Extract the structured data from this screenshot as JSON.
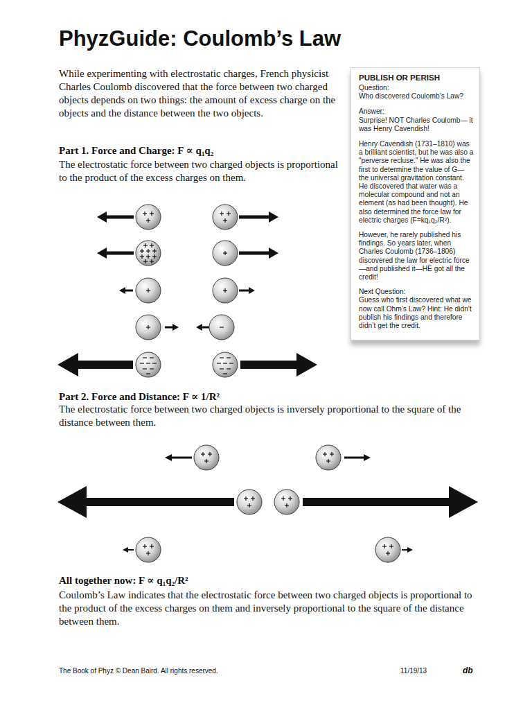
{
  "diagram": {
    "title": "PhyzGuide: Coulomb’s Law",
    "nodes": [
      {
        "text": [
          "PUBLISH OR PERISH",
          "Question:",
          "Who discovered Coulomb’s Law?",
          "Answer:",
          "Surprise! NOT Charles Coulomb— it was Henry Cavendish!",
          "Henry Cavendish (1731–1810) was a brilliant scientist, but he was also a \"perverse recluse.\" He was also the first to determine the value of G—the universal gravitation constant. He discovered that water was a molecular compound and not an element (as had been thought). He also determined the force law for electric charges (F=kq₁q₂/R²).",
          "However, he rarely published his findings. So years later, when Charles Coulomb (1736–1806) discovered the law for electric force—and published it—HE got all the credit!",
          "Next Question:",
          "Guess who first discovered what we now call Ohm’s Law? Hint: He didn’t publish his findings and therefore didn’t get the credit."
        ]
      }
    ],
    "labels": [
      "While experimenting with electrostatic charges, French physicist Charles Coulomb discovered that the force between two charged objects depends on two things: the amount of excess charge on the objects and the distance between the two objects.",
      "Part 1. Force and Charge: F ∝ q₁q₂",
      "The electrostatic force between two charged objects is proportional to the product of the excess charges on them.",
      "Part 2. Force and Distance: F ∝ 1/R²",
      "The electrostatic force between two charged objects is inversely proportional to the square of the distance between them.",
      "All together now: F ∝ q₁q₂/R²",
      "Coulomb’s Law indicates that the electrostatic force between two charged objects is proportional to the product of the excess charges on them and inversely proportional to the square of the distance between them.",
      "The Book of Phyz © Dean Baird. All rights reserved.",
      "11/19/13",
      "db"
    ]
  }
}
